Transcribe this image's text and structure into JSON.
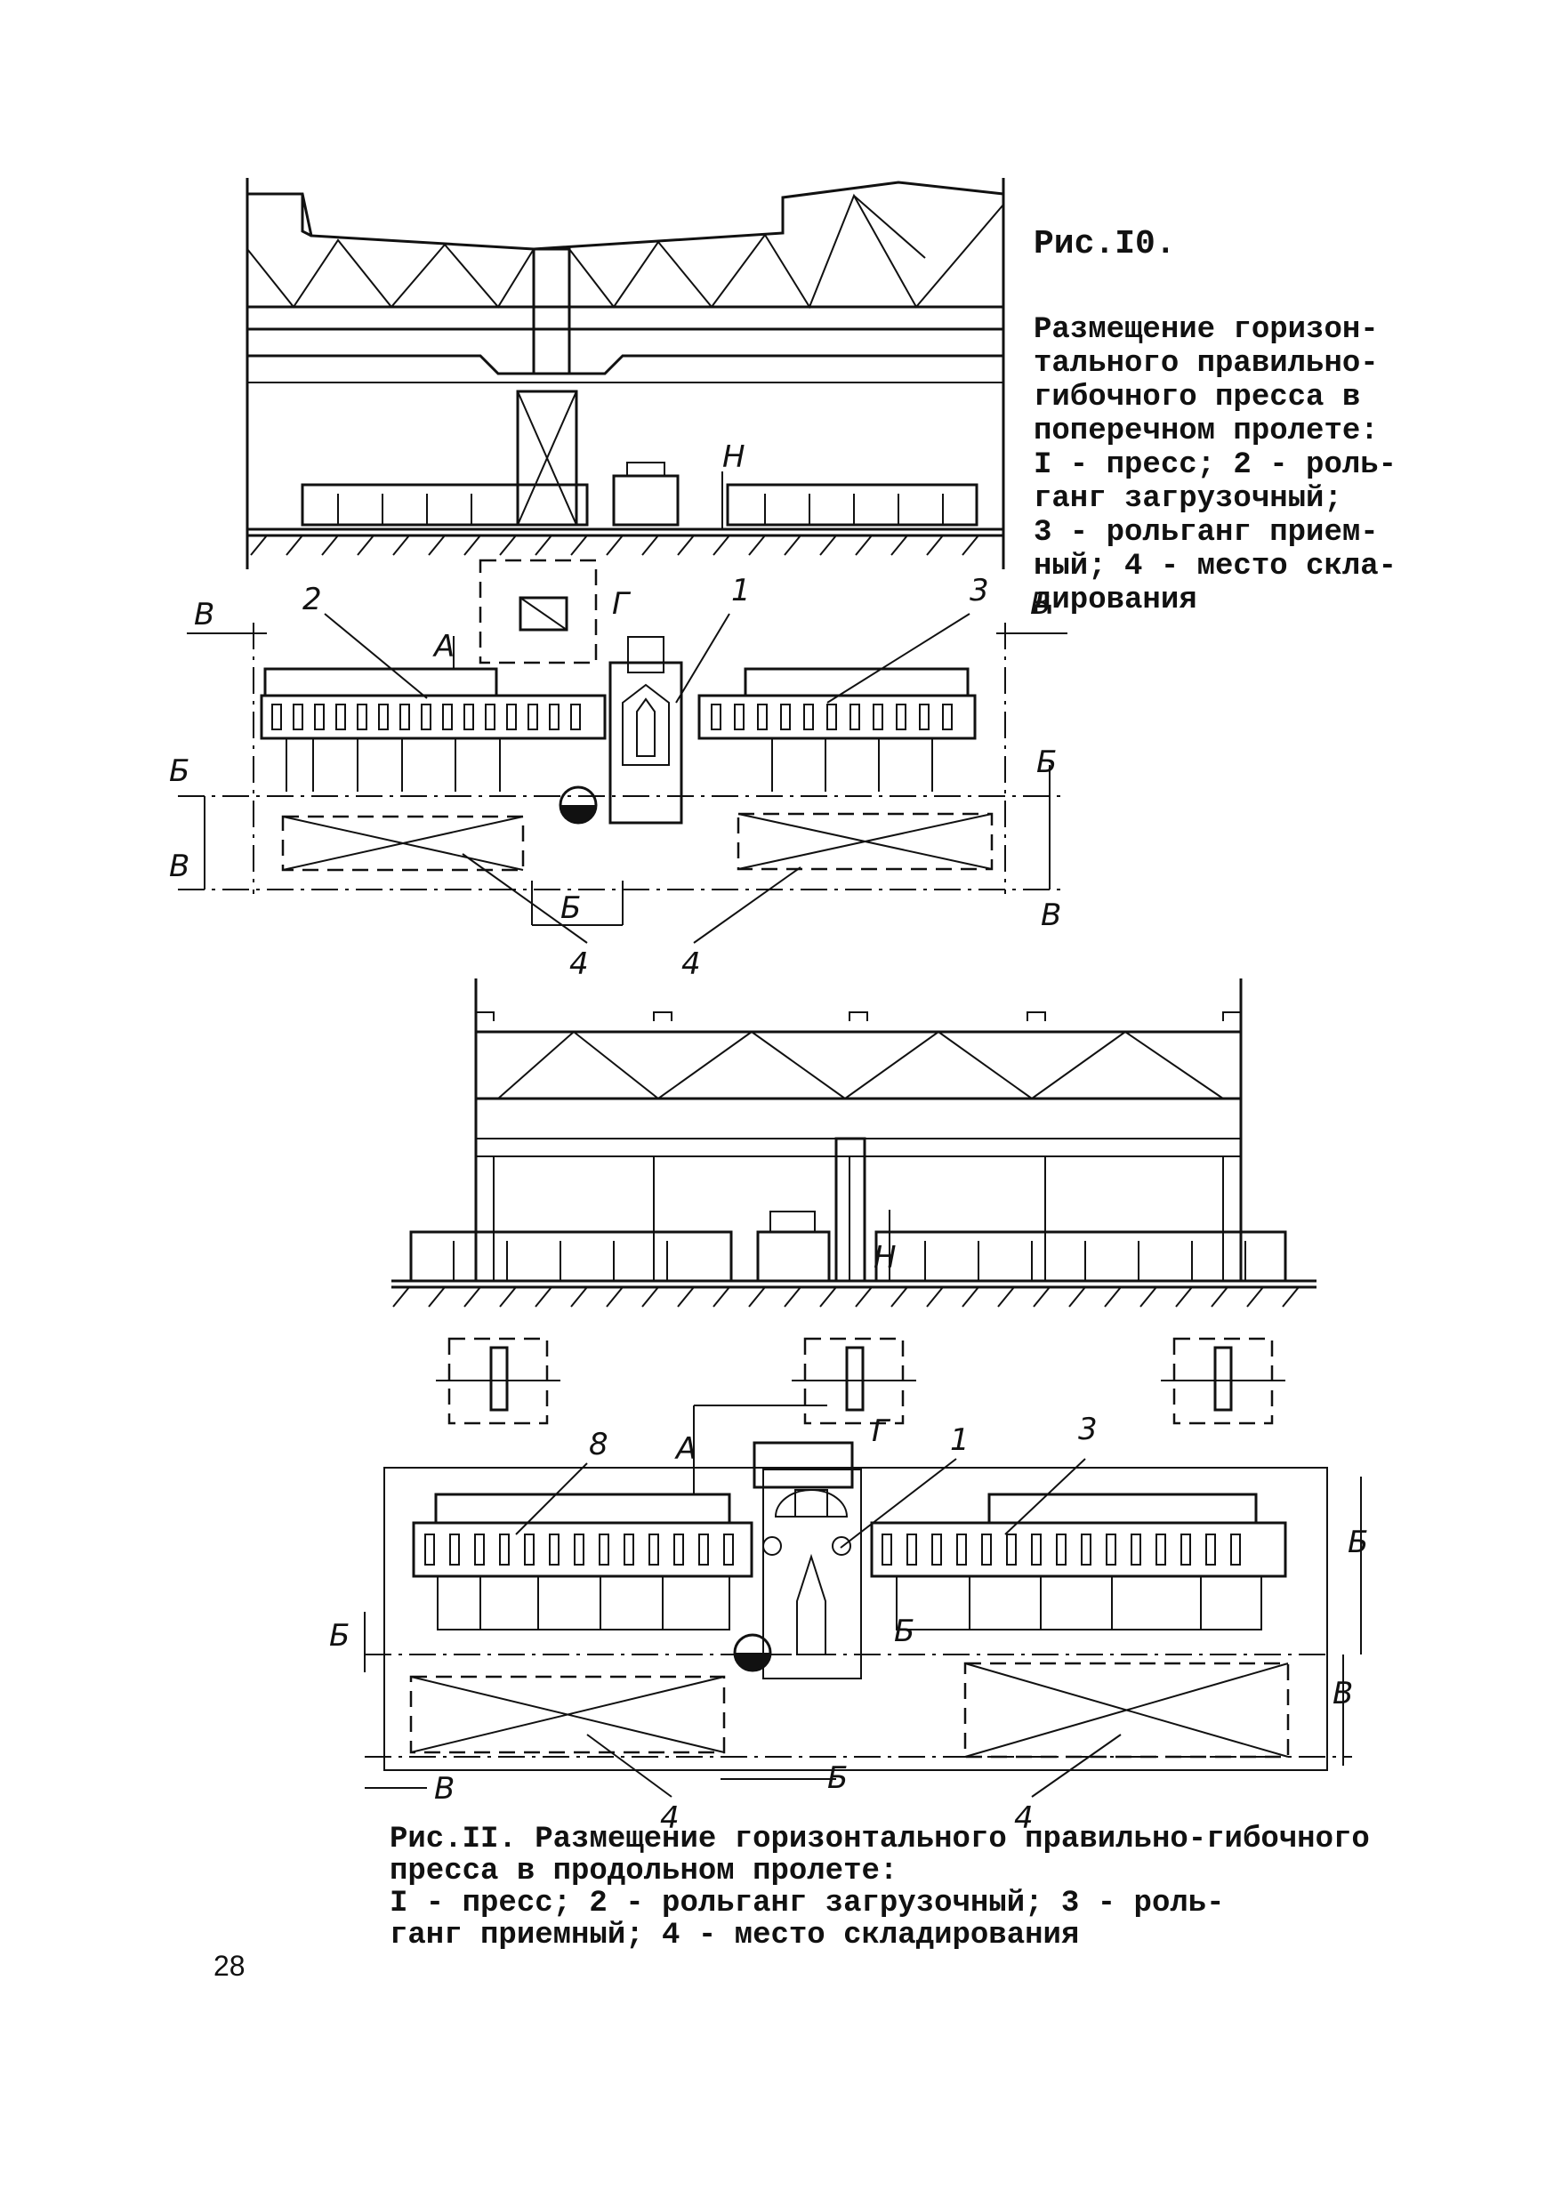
{
  "fig10": {
    "title": "Рис.I0.",
    "caption": "Размещение горизон-\nтального правильно-\nгибочного пресса  в\nпоперечном пролете:\nI - пресс; 2 - роль-\nганг загрузочный;\n3 - рольганг прием-\nный; 4 - место скла-\nдирования"
  },
  "fig11": {
    "title": "Рис.II.",
    "caption": " Размещение горизонтального правильно-гибочного\n         пресса в продольном пролете:\n         I - пресс; 2 - рольганг загрузочный; 3 - роль-\n         ганг приемный; 4 - место складирования"
  },
  "labels": {
    "press": "1",
    "loading_table": "2",
    "loading_table_alt": "8",
    "receiving_table": "3",
    "storage": "4",
    "dim_a": "А",
    "dim_b": "Б",
    "dim_v": "В",
    "dim_g": "Г",
    "dim_h": "H"
  },
  "page_number": "28"
}
